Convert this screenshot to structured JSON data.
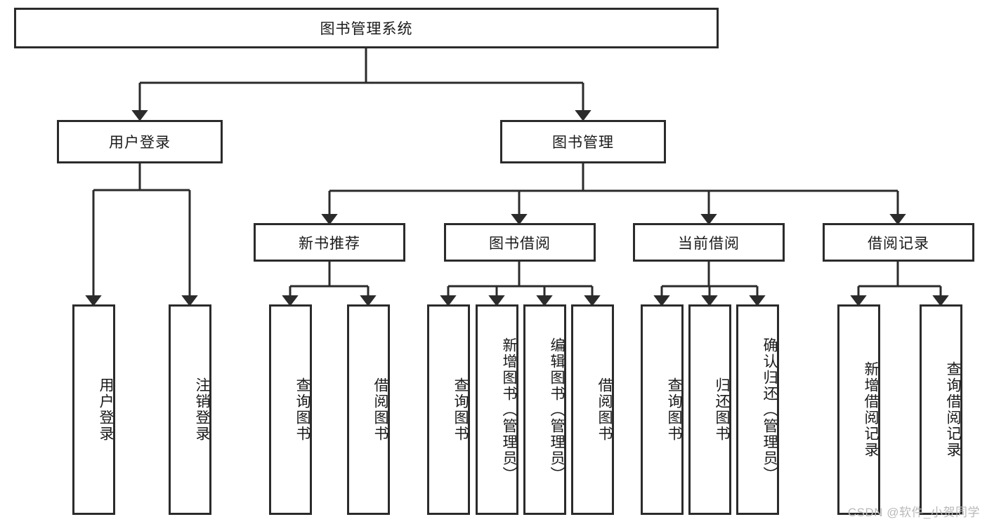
{
  "diagram": {
    "title": "图书管理系统",
    "type": "tree-hierarchy",
    "watermark": "CSDN @软件_小贺同学",
    "colors": {
      "stroke": "#2b2b2b",
      "fill": "#ffffff",
      "text": "#1a1a1a",
      "watermark": "#b9b9b9"
    },
    "nodes": {
      "root": {
        "label": "图书管理系统"
      },
      "level1": [
        {
          "id": "user-login",
          "label": "用户登录"
        },
        {
          "id": "book-manage",
          "label": "图书管理"
        }
      ],
      "level2": [
        {
          "id": "new-book-recommend",
          "label": "新书推荐"
        },
        {
          "id": "book-borrow",
          "label": "图书借阅"
        },
        {
          "id": "current-borrow",
          "label": "当前借阅"
        },
        {
          "id": "borrow-record",
          "label": "借阅记录"
        }
      ],
      "leaves": {
        "user_login": [
          {
            "id": "leaf-user-login",
            "label": "用户登录"
          },
          {
            "id": "leaf-user-logout",
            "label": "注销登录"
          }
        ],
        "new_book_recommend": [
          {
            "id": "leaf-query-book-1",
            "label": "查询图书"
          },
          {
            "id": "leaf-borrow-book-1",
            "label": "借阅图书"
          }
        ],
        "book_borrow": [
          {
            "id": "leaf-query-book-2",
            "label": "查询图书"
          },
          {
            "id": "leaf-add-book",
            "label": "新增图书（管理员）"
          },
          {
            "id": "leaf-edit-book",
            "label": "编辑图书（管理员）"
          },
          {
            "id": "leaf-borrow-book-2",
            "label": "借阅图书"
          }
        ],
        "current_borrow": [
          {
            "id": "leaf-query-book-3",
            "label": "查询图书"
          },
          {
            "id": "leaf-return-book",
            "label": "归还图书"
          },
          {
            "id": "leaf-confirm-return",
            "label": "确认归还（管理员）"
          }
        ],
        "borrow_record": [
          {
            "id": "leaf-add-record",
            "label": "新增借阅记录"
          },
          {
            "id": "leaf-query-record",
            "label": "查询借阅记录"
          }
        ]
      }
    }
  }
}
